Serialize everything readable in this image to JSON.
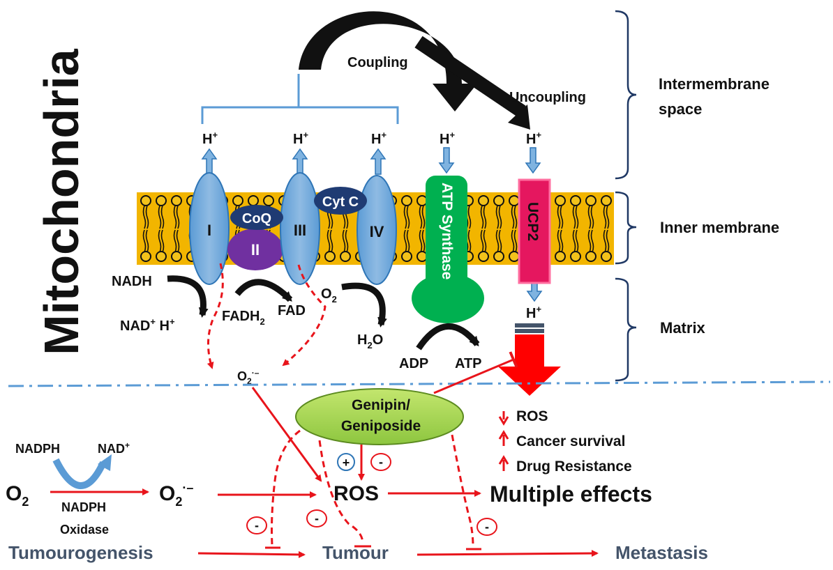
{
  "side_title": "Mitochondria",
  "coupling": "Coupling",
  "uncoupling": "Uncoupling",
  "regions": {
    "intermembrane_line1": "Intermembrane",
    "intermembrane_line2": "space",
    "inner_membrane": "Inner membrane",
    "matrix": "Matrix"
  },
  "proton": {
    "base": "H",
    "sup": "+"
  },
  "complexes": {
    "c1": "I",
    "c2": "II",
    "c3": "III",
    "c4": "IV",
    "coq": "CoQ",
    "cytc": "Cyt C",
    "atp_line1": "ATP Synthase",
    "ucp2": "UCP2"
  },
  "metabolites": {
    "nadh": "NADH",
    "nad": "NAD",
    "nad_sup": "+",
    "h": "H",
    "fadh": "FADH",
    "fadh_sub": "2",
    "fad": "FAD",
    "o2_base": "O",
    "o2_sub": "2",
    "h2o_h": "H",
    "h2o_sub": "2",
    "h2o_o": "O",
    "adp": "ADP",
    "atp": "ATP",
    "superoxide_base": "O",
    "superoxide_sub": "2",
    "superoxide_sup": "·–"
  },
  "drug": {
    "line1": "Genipin/",
    "line2": "Geniposide"
  },
  "outcomes": {
    "ros_down": "ROS",
    "cancer_survival": "Cancer survival",
    "drug_resistance": "Drug Resistance"
  },
  "lower": {
    "nadph": "NADPH",
    "nad_plus": "NAD",
    "nad_plus_sup": "+",
    "o2_base": "O",
    "o2_sub": "2",
    "superoxide_base": "O",
    "superoxide_sub": "2",
    "superoxide_sup": "·–",
    "enzyme_line1": "NADPH",
    "enzyme_line2": "Oxidase",
    "ros": "ROS",
    "multiple_effects": "Multiple effects",
    "tumourogenesis": "Tumourogenesis",
    "tumour": "Tumour",
    "metastasis": "Metastasis",
    "plus": "+",
    "minus": "-"
  }
}
